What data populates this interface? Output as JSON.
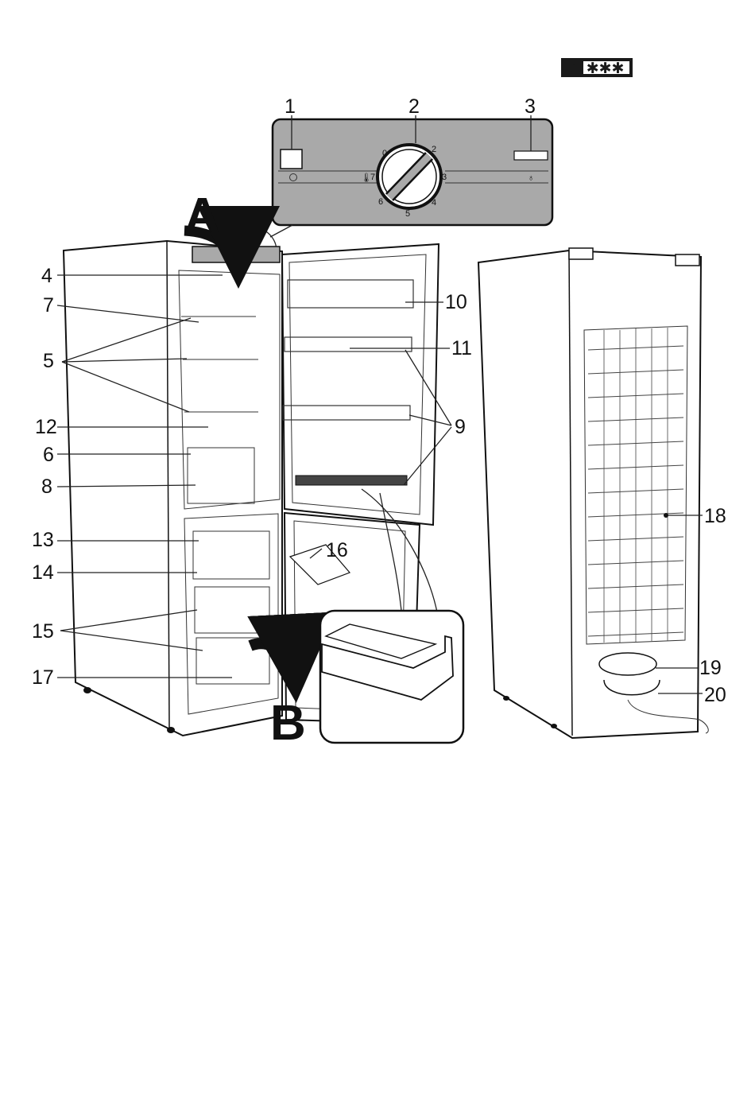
{
  "star_badge": "✱ ✱✱✱",
  "letters": {
    "a": "A",
    "b": "B"
  },
  "panel": {
    "callouts": [
      "1",
      "2",
      "3"
    ],
    "dial_numbers": [
      "0",
      "2",
      "3",
      "4",
      "5",
      "6",
      "7"
    ]
  },
  "callouts": [
    "4",
    "7",
    "5",
    "12",
    "6",
    "8",
    "13",
    "14",
    "15",
    "17",
    "10",
    "11",
    "9",
    "16",
    "18",
    "19",
    "20"
  ],
  "colors": {
    "panel_fill": "#a9a9a9",
    "line": "#111111",
    "badge": "#1a1a1a"
  }
}
